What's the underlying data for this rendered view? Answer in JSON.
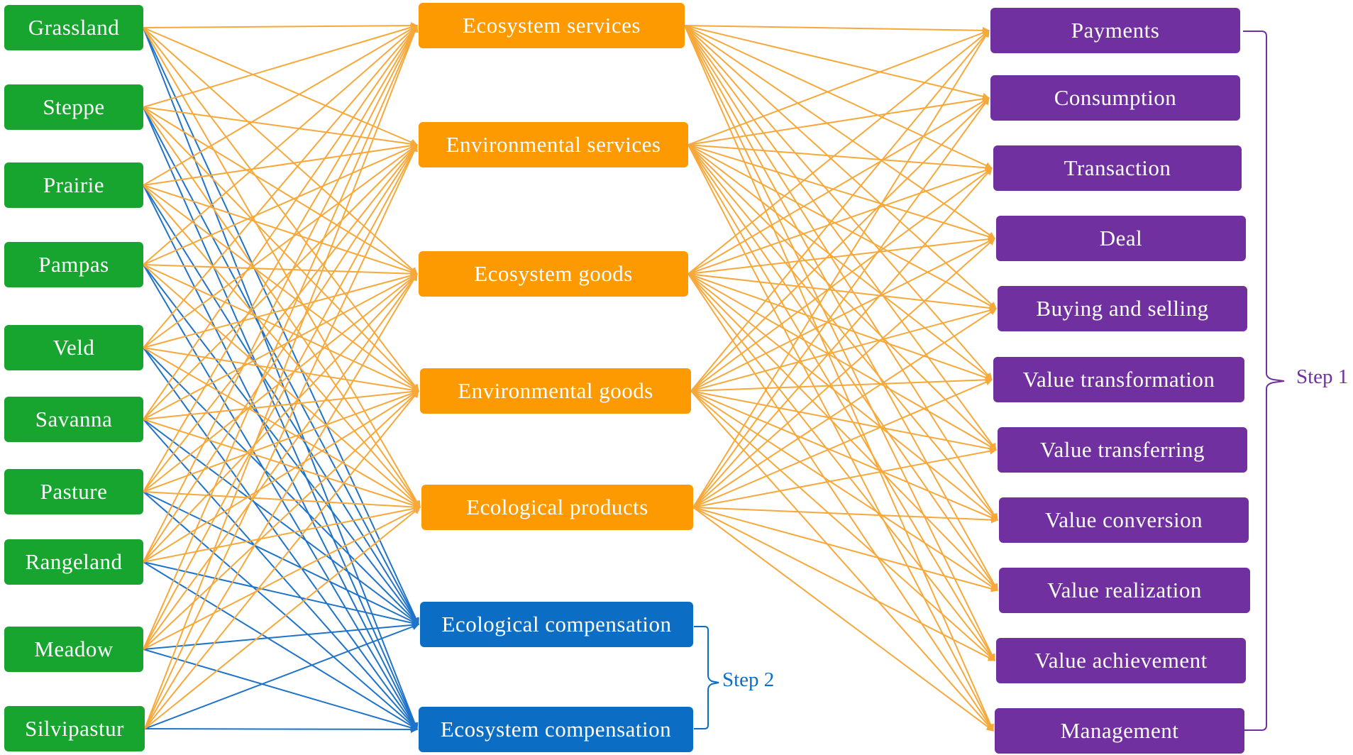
{
  "colors": {
    "habitat": "#17a52f",
    "concept": "#fd9a02",
    "compensation": "#0b6ec4",
    "realization": "#7030a0",
    "orange_edge": "#f7a83a",
    "blue_edge": "#1f73c8"
  },
  "habitats": [
    "Grassland",
    "Steppe",
    "Prairie",
    "Pampas",
    "Veld",
    "Savanna",
    "Pasture",
    "Rangeland",
    "Meadow",
    "Silvipastur"
  ],
  "concepts": [
    "Ecosystem services",
    "Environmental services",
    "Ecosystem goods",
    "Environmental goods",
    "Ecological products"
  ],
  "compensations": [
    "Ecological compensation",
    "Ecosystem compensation"
  ],
  "realizations": [
    "Payments",
    "Consumption",
    "Transaction",
    "Deal",
    "Buying and selling",
    "Value transformation",
    "Value transferring",
    "Value conversion",
    "Value realization",
    "Value achievement",
    "Management"
  ],
  "steps": {
    "step1": "Step 1",
    "step2": "Step 2"
  }
}
